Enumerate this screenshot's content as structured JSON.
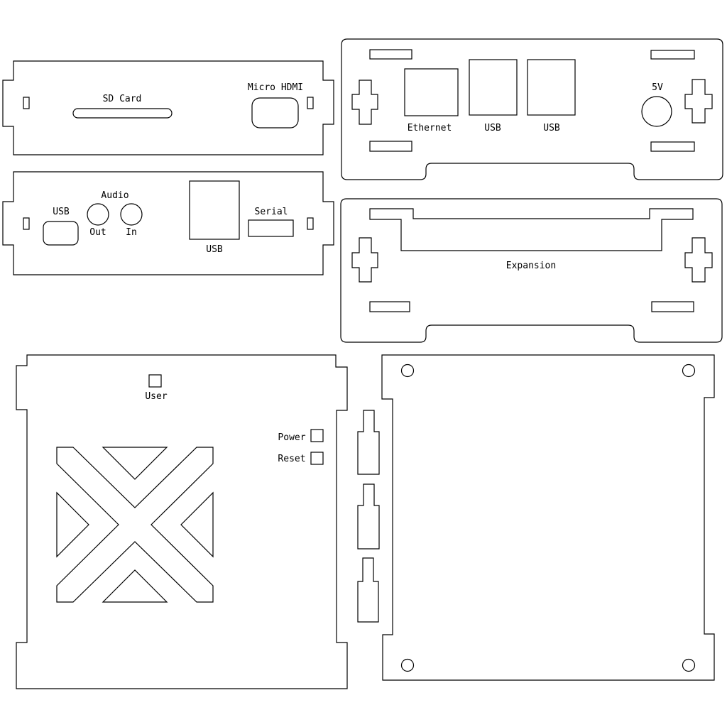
{
  "colors": {
    "line": "#000000",
    "background": "#ffffff",
    "text": "#000000"
  },
  "panels": {
    "front_panel": {
      "sd_card": "SD Card",
      "micro_hdmi": "Micro HDMI"
    },
    "io_panel": {
      "usb_client": "USB",
      "audio": "Audio",
      "audio_out": "Out",
      "audio_in": "In",
      "usb_host": "USB",
      "serial": "Serial"
    },
    "ports_side_panel": {
      "ethernet": "Ethernet",
      "usb_1": "USB",
      "usb_2": "USB",
      "power": "5V"
    },
    "expansion_side_panel": {
      "expansion": "Expansion"
    },
    "top_face_panel": {
      "user": "User",
      "power": "Power",
      "reset": "Reset"
    },
    "bottom_face_panel": {}
  }
}
